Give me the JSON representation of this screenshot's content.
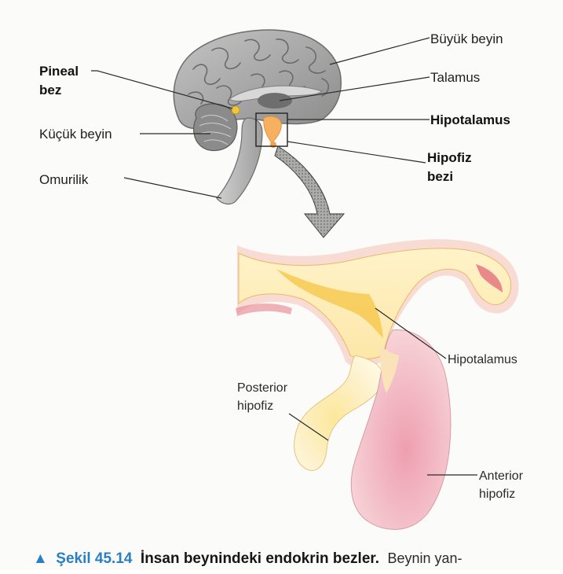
{
  "labels": {
    "buyuk_beyin": "Büyük beyin",
    "pineal_1": "Pineal",
    "pineal_2": "bez",
    "talamus": "Talamus",
    "hipotalamus_top": "Hipotalamus",
    "kucuk_beyin": "Küçük beyin",
    "hipofiz_1": "Hipofiz",
    "hipofiz_2": "bezi",
    "omurilik": "Omurilik",
    "hipotalamus_detail": "Hipotalamus",
    "posterior_1": "Posterior",
    "posterior_2": "hipofiz",
    "anterior_1": "Anterior",
    "anterior_2": "hipofiz"
  },
  "caption": {
    "marker": "▲",
    "figure_label": "Şekil 45.14",
    "title": "İnsan beynindeki endokrin bezler.",
    "text": "Beynin yan-"
  },
  "colors": {
    "caption_accent": "#2a7fc0",
    "brain_gray": "#9a9a9a",
    "gland_yellow": "#f6d06a",
    "anterior_pink": "#f2c6cc",
    "posterior_cream": "#fbeecb"
  }
}
